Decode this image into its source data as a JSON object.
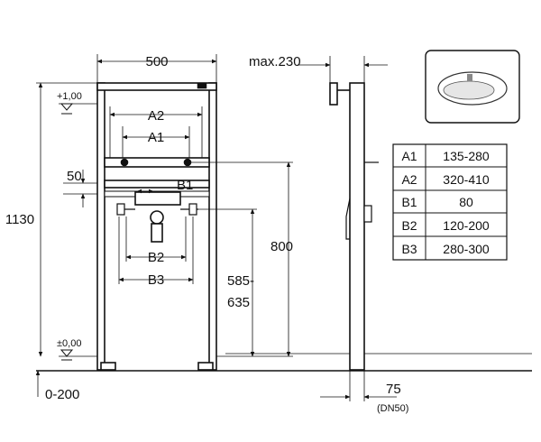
{
  "front_view": {
    "width": "500",
    "height": "1130",
    "level_top": "+1,00",
    "level_floor": "±0,00",
    "offset_50": "50",
    "height_800": "800",
    "height_range_a": "585-",
    "height_range_b": "635",
    "floor_adjust": "0-200",
    "label_a2": "A2",
    "label_a1": "A1",
    "label_b1": "B1",
    "label_b2": "B2",
    "label_b3": "B3"
  },
  "side_view": {
    "max_depth": "max.230",
    "depth_75": "75",
    "dn_label": "(DN50)"
  },
  "dimension_table": [
    {
      "key": "A1",
      "value": "135-280"
    },
    {
      "key": "A2",
      "value": "320-410"
    },
    {
      "key": "B1",
      "value": "80"
    },
    {
      "key": "B2",
      "value": "120-200"
    },
    {
      "key": "B3",
      "value": "280-300"
    }
  ]
}
